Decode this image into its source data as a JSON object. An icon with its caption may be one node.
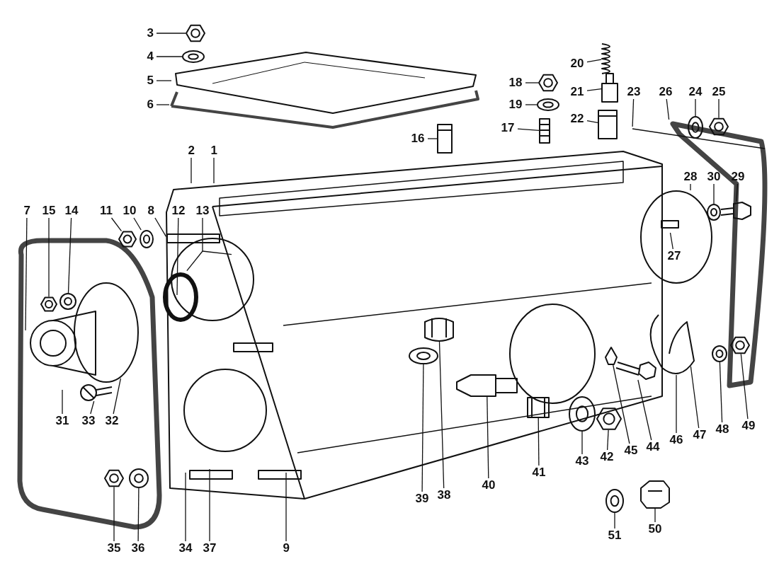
{
  "diagram": {
    "nodes": [
      {
        "text": [
          "3"
        ]
      },
      {
        "text": [
          "4"
        ]
      },
      {
        "text": [
          "5"
        ]
      },
      {
        "text": [
          "6"
        ]
      },
      {
        "text": [
          "2"
        ]
      },
      {
        "text": [
          "1"
        ]
      },
      {
        "text": [
          "7"
        ]
      },
      {
        "text": [
          "15"
        ]
      },
      {
        "text": [
          "14"
        ]
      },
      {
        "text": [
          "11"
        ]
      },
      {
        "text": [
          "10"
        ]
      },
      {
        "text": [
          "8"
        ]
      },
      {
        "text": [
          "12"
        ]
      },
      {
        "text": [
          "13"
        ]
      },
      {
        "text": [
          "16"
        ]
      },
      {
        "text": [
          "17"
        ]
      },
      {
        "text": [
          "18"
        ]
      },
      {
        "text": [
          "19"
        ]
      },
      {
        "text": [
          "20"
        ]
      },
      {
        "text": [
          "21"
        ]
      },
      {
        "text": [
          "22"
        ]
      },
      {
        "text": [
          "23"
        ]
      },
      {
        "text": [
          "26"
        ]
      },
      {
        "text": [
          "24"
        ]
      },
      {
        "text": [
          "25"
        ]
      },
      {
        "text": [
          "28"
        ]
      },
      {
        "text": [
          "30"
        ]
      },
      {
        "text": [
          "29"
        ]
      },
      {
        "text": [
          "27"
        ]
      },
      {
        "text": [
          "31"
        ]
      },
      {
        "text": [
          "33"
        ]
      },
      {
        "text": [
          "32"
        ]
      },
      {
        "text": [
          "35"
        ]
      },
      {
        "text": [
          "36"
        ]
      },
      {
        "text": [
          "34"
        ]
      },
      {
        "text": [
          "37"
        ]
      },
      {
        "text": [
          "9"
        ]
      },
      {
        "text": [
          "39"
        ]
      },
      {
        "text": [
          "38"
        ]
      },
      {
        "text": [
          "40"
        ]
      },
      {
        "text": [
          "41"
        ]
      },
      {
        "text": [
          "43"
        ]
      },
      {
        "text": [
          "42"
        ]
      },
      {
        "text": [
          "45"
        ]
      },
      {
        "text": [
          "44"
        ]
      },
      {
        "text": [
          "46"
        ]
      },
      {
        "text": [
          "47"
        ]
      },
      {
        "text": [
          "48"
        ]
      },
      {
        "text": [
          "49"
        ]
      },
      {
        "text": [
          "51"
        ]
      },
      {
        "text": [
          "50"
        ]
      },
      {
        "text": [],
        "shape": "picture"
      },
      {
        "text": [],
        "shape": "picture"
      },
      {
        "text": [],
        "shape": "picture"
      },
      {
        "text": [],
        "shape": "picture"
      },
      {
        "text": [],
        "shape": "picture"
      },
      {
        "text": [],
        "shape": "picture"
      },
      {
        "text": [],
        "shape": "picture"
      },
      {
        "text": [],
        "shape": "picture"
      },
      {
        "text": [],
        "shape": "picture"
      },
      {
        "text": [],
        "shape": "picture"
      },
      {
        "text": [],
        "shape": "picture"
      },
      {
        "text": [],
        "shape": "picture"
      },
      {
        "text": [],
        "shape": "picture"
      },
      {
        "text": [],
        "shape": "picture"
      },
      {
        "text": [],
        "shape": "picture"
      },
      {
        "text": [],
        "shape": "picture"
      },
      {
        "text": [],
        "shape": "picture"
      },
      {
        "text": [],
        "shape": "picture"
      },
      {
        "text": [],
        "shape": "picture"
      },
      {
        "text": [],
        "shape": "picture"
      },
      {
        "text": [],
        "shape": "picture"
      },
      {
        "text": [],
        "shape": "picture"
      },
      {
        "text": [],
        "shape": "picture"
      },
      {
        "text": [],
        "shape": "picture"
      },
      {
        "text": [],
        "shape": "picture"
      },
      {
        "text": [],
        "shape": "picture"
      },
      {
        "text": [],
        "shape": "picture"
      },
      {
        "text": [],
        "shape": "picture"
      },
      {
        "text": [],
        "shape": "picture"
      },
      {
        "text": [],
        "shape": "picture"
      },
      {
        "text": [],
        "shape": "picture"
      },
      {
        "text": [],
        "shape": "picture"
      }
    ],
    "edges": [
      {
        "from": 0,
        "to": 51,
        "arrow": "none"
      },
      {
        "from": 1,
        "to": 52,
        "arrow": "none"
      },
      {
        "from": 2,
        "to": null,
        "arrow": "none"
      },
      {
        "from": 3,
        "to": null,
        "arrow": "none"
      },
      {
        "from": 4,
        "to": null,
        "arrow": "none"
      },
      {
        "from": 5,
        "to": null,
        "arrow": "none"
      },
      {
        "from": 6,
        "to": null,
        "arrow": "none"
      },
      {
        "from": 7,
        "to": 55,
        "arrow": "none"
      },
      {
        "from": 8,
        "to": 56,
        "arrow": "none"
      },
      {
        "from": 9,
        "to": 53,
        "arrow": "none"
      },
      {
        "from": 10,
        "to": 54,
        "arrow": "none"
      },
      {
        "from": 11,
        "to": null,
        "arrow": "none"
      },
      {
        "from": 12,
        "to": null,
        "arrow": "none"
      },
      {
        "from": 13,
        "to": null,
        "arrow": "none"
      },
      {
        "from": 13,
        "to": null,
        "arrow": "none"
      },
      {
        "from": 14,
        "to": 57,
        "arrow": "none"
      },
      {
        "from": 15,
        "to": 58,
        "arrow": "none"
      },
      {
        "from": 16,
        "to": 59,
        "arrow": "none"
      },
      {
        "from": 17,
        "to": 60,
        "arrow": "none"
      },
      {
        "from": 18,
        "to": 61,
        "arrow": "none"
      },
      {
        "from": 19,
        "to": 62,
        "arrow": "none"
      },
      {
        "from": 20,
        "to": 63,
        "arrow": "none"
      },
      {
        "from": 21,
        "to": null,
        "arrow": "none"
      },
      {
        "from": 22,
        "to": null,
        "arrow": "none"
      },
      {
        "from": 23,
        "to": 64,
        "arrow": "none"
      },
      {
        "from": 24,
        "to": 65,
        "arrow": "none"
      },
      {
        "from": 25,
        "to": null,
        "arrow": "none"
      },
      {
        "from": 26,
        "to": 66,
        "arrow": "none"
      },
      {
        "from": 27,
        "to": 67,
        "arrow": "none"
      },
      {
        "from": 28,
        "to": null,
        "arrow": "none"
      },
      {
        "from": 29,
        "to": null,
        "arrow": "none"
      },
      {
        "from": 30,
        "to": 68,
        "arrow": "none"
      },
      {
        "from": 31,
        "to": null,
        "arrow": "none"
      },
      {
        "from": 32,
        "to": 69,
        "arrow": "none"
      },
      {
        "from": 33,
        "to": 70,
        "arrow": "none"
      },
      {
        "from": 34,
        "to": null,
        "arrow": "none"
      },
      {
        "from": 35,
        "to": null,
        "arrow": "none"
      },
      {
        "from": 36,
        "to": null,
        "arrow": "none"
      },
      {
        "from": 37,
        "to": 72,
        "arrow": "none"
      },
      {
        "from": 38,
        "to": 71,
        "arrow": "none"
      },
      {
        "from": 39,
        "to": 73,
        "arrow": "none"
      },
      {
        "from": 40,
        "to": 74,
        "arrow": "none"
      },
      {
        "from": 41,
        "to": 75,
        "arrow": "none"
      },
      {
        "from": 42,
        "to": 76,
        "arrow": "none"
      },
      {
        "from": 43,
        "to": 77,
        "arrow": "none"
      },
      {
        "from": 44,
        "to": 78,
        "arrow": "none"
      },
      {
        "from": 45,
        "to": null,
        "arrow": "none"
      },
      {
        "from": 46,
        "to": null,
        "arrow": "none"
      },
      {
        "from": 47,
        "to": 79,
        "arrow": "none"
      },
      {
        "from": 48,
        "to": 80,
        "arrow": "none"
      },
      {
        "from": 49,
        "to": 81,
        "arrow": "none"
      },
      {
        "from": 50,
        "to": 82,
        "arrow": "none"
      }
    ]
  }
}
